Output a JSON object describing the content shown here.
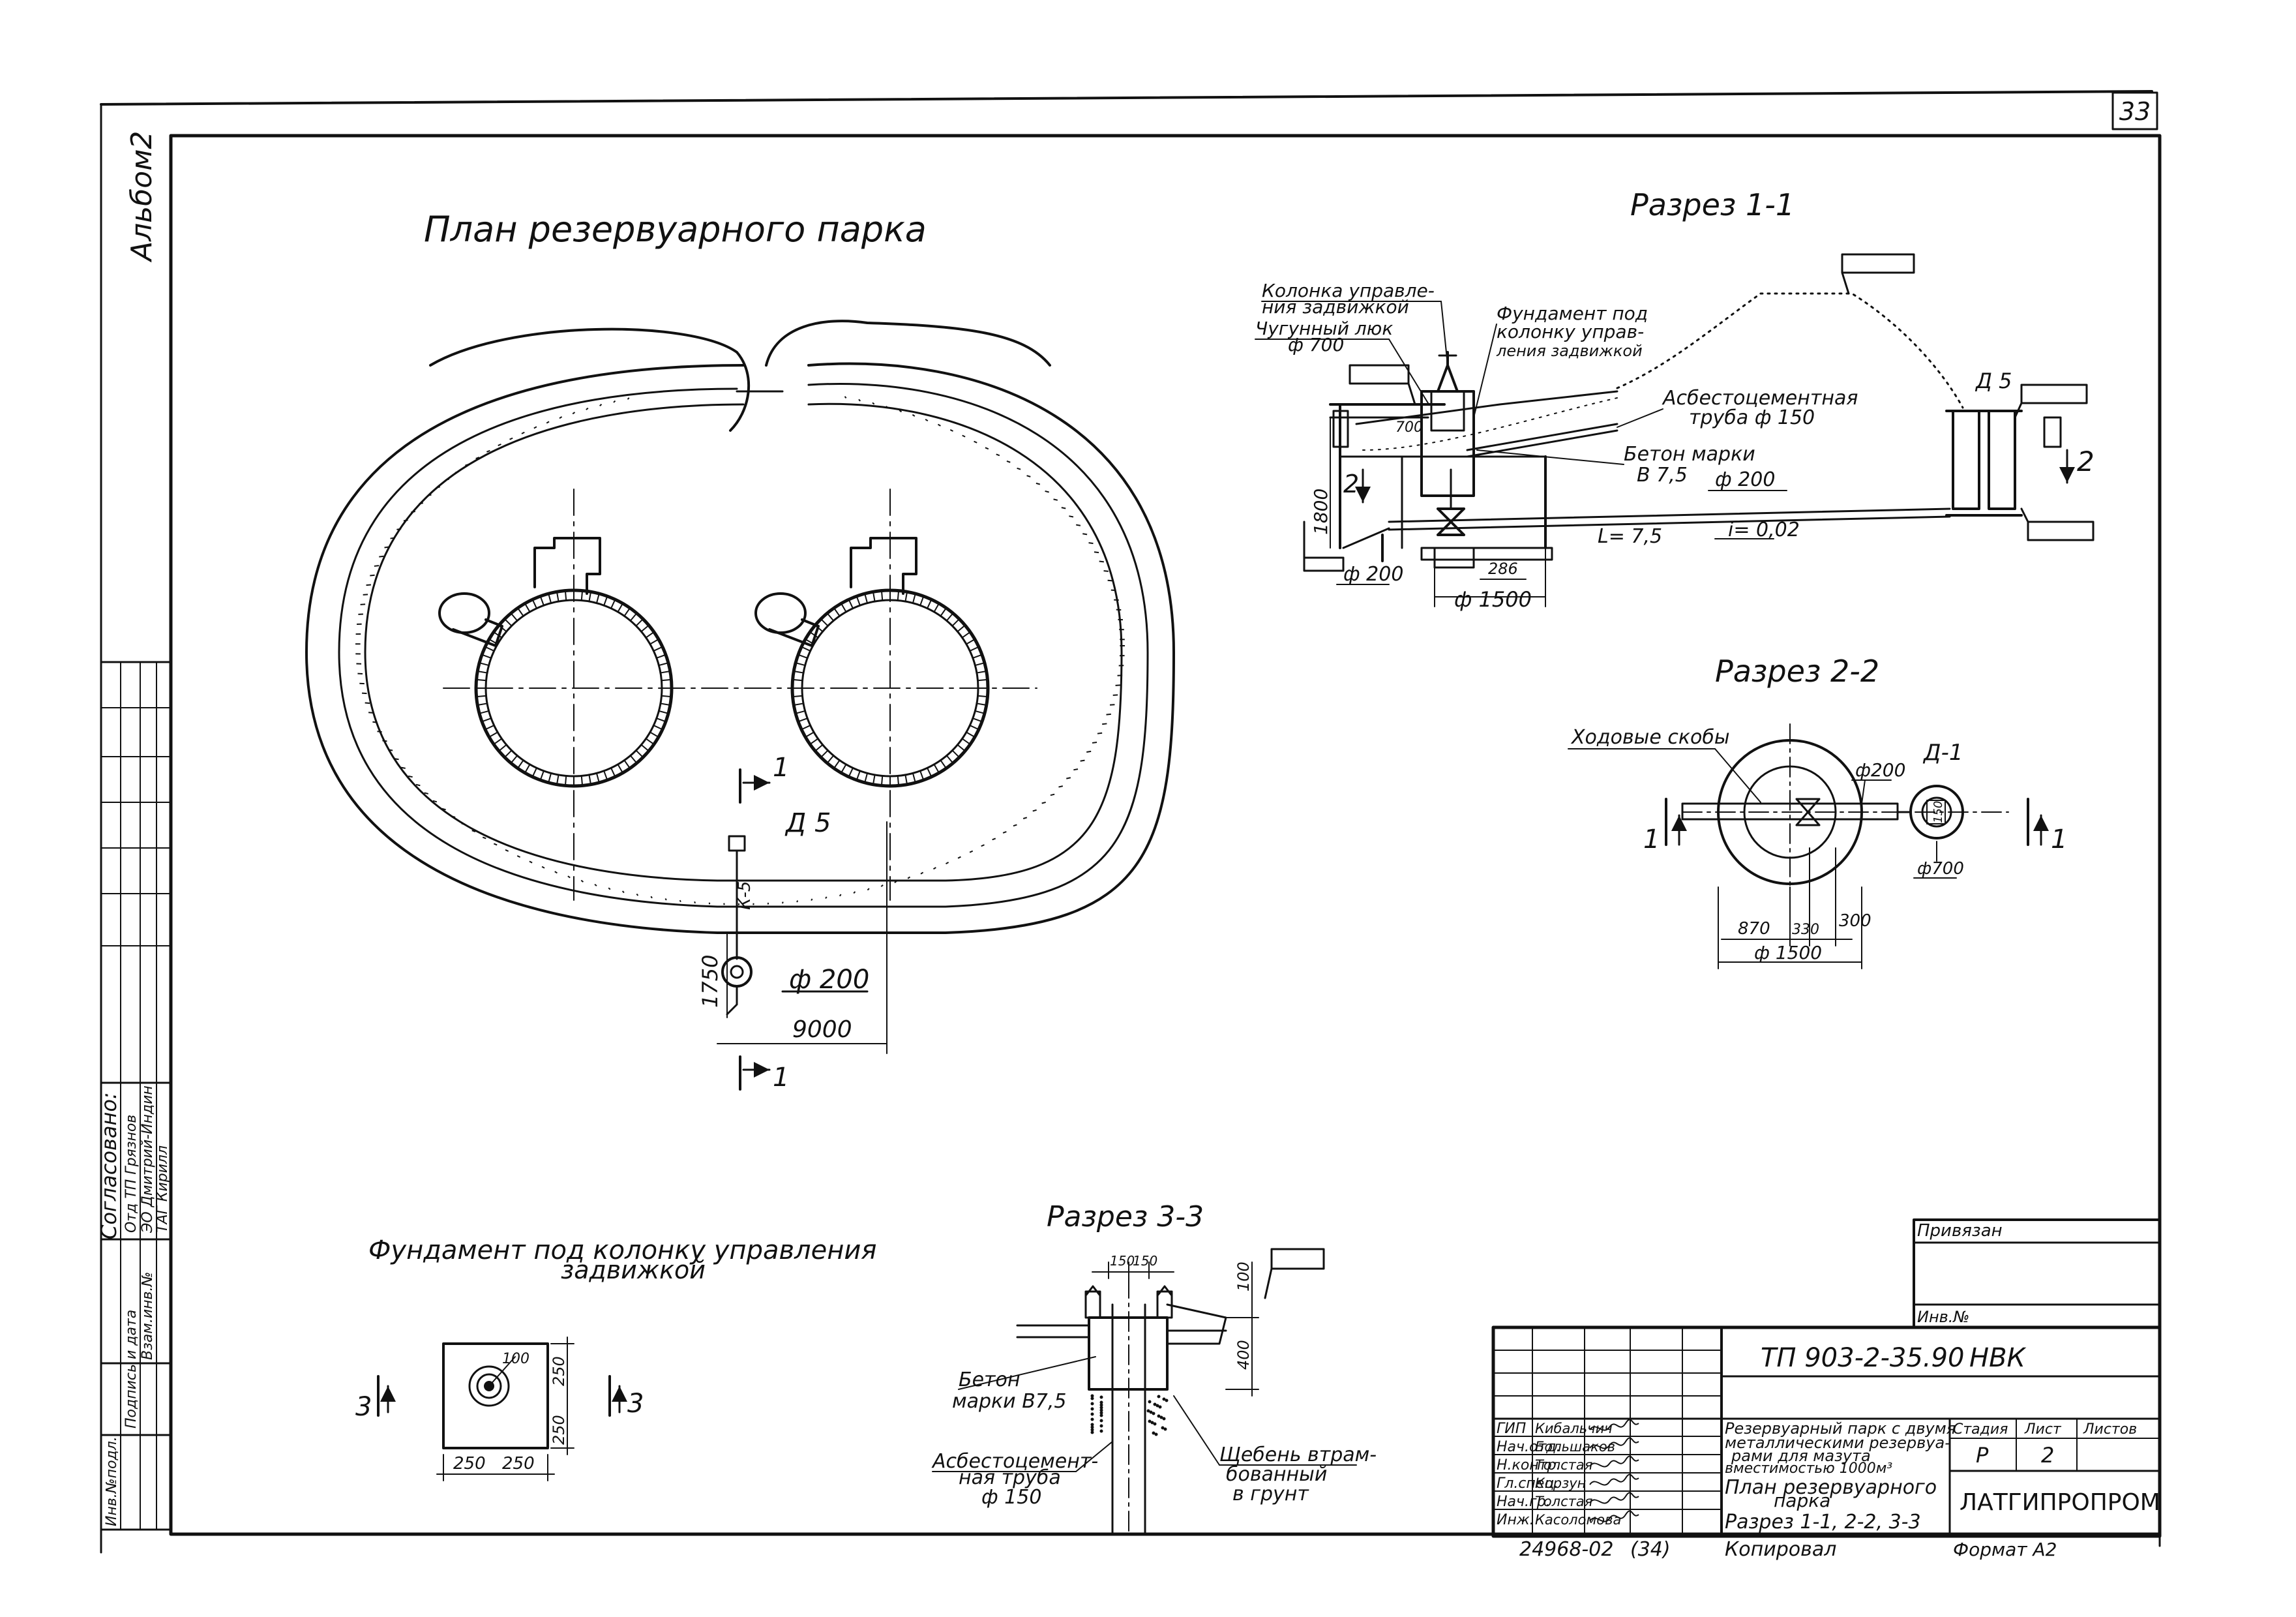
{
  "sheet_number": "33",
  "album_label": "Альбом2",
  "plan": {
    "title": "План резервуарного парка",
    "well_label": "Д 5",
    "section_mark": "1",
    "dim_1750": "1750",
    "dim_9000": "9000",
    "pipe_label": "ф 200",
    "k_label": "К-5"
  },
  "section11": {
    "title": "Разрез 1-1",
    "lbl_column": "Колонка управле-",
    "lbl_column2": "ния задвижкой",
    "lbl_hatch": "Чугунный люк",
    "lbl_hatch_d": "ф 700",
    "lbl_found": "Фундамент под",
    "lbl_found2": "колонку управ-",
    "lbl_found3": "ления задвижкой",
    "lbl_asb": "Асбестоцементная",
    "lbl_asb2": "труба ф 150",
    "lbl_beton": "Бетон марки",
    "lbl_beton2": "В 7,5",
    "lbl_d200a": "ф 200",
    "lbl_d200b": "ф 200",
    "lbl_slope": "i= 0,02",
    "lbl_l": "L= 7,5",
    "lbl_1800": "1800",
    "lbl_700": "700",
    "lbl_286": "286",
    "lbl_1500": "ф 1500",
    "lbl_d5": "Д 5",
    "lbl_2a": "2",
    "lbl_2b": "2"
  },
  "section22": {
    "title": "Разрез 2-2",
    "lbl_steps": "Ходовые скобы",
    "lbl_d200": "ф200",
    "lbl_d1": "Д-1",
    "lbl_150": "150",
    "lbl_700": "ф700",
    "lbl_870": "870",
    "lbl_330": "330",
    "lbl_300": "300",
    "lbl_1500": "ф 1500",
    "lbl_1a": "1",
    "lbl_1b": "1"
  },
  "foundation": {
    "title": "Фундамент под колонку управления",
    "title2": "задвижкой",
    "dim_250a": "250",
    "dim_250b": "250",
    "dim_250c": "250",
    "dim_250d": "250",
    "dim_100": "100",
    "mark_3a": "3",
    "mark_3b": "3"
  },
  "section33": {
    "title": "Разрез 3-3",
    "dim_150": "150",
    "dim_150b": "150",
    "dim_100": "100",
    "dim_400": "400",
    "lbl_beton": "Бетон",
    "lbl_beton2": "марки В7,5",
    "lbl_asb": "Асбестоцемент-",
    "lbl_asb2": "ная труба",
    "lbl_asb3": "ф 150",
    "lbl_gravel": "Щебень втрам-",
    "lbl_gravel2": "бованный",
    "lbl_gravel3": "в грунт"
  },
  "left_stamp": {
    "agreed": "Согласовано:",
    "rows": [
      "Отд  ТП   Грязнов",
      "ЭО    Дмитрий-Индин",
      "ТАГ   Кирилл"
    ],
    "bottom_cols": [
      "Инв.№подл.",
      "Подпись и дата",
      "Взам.инв.№"
    ]
  },
  "title_block": {
    "privyazan": "Привязан",
    "inv": "Инв.№",
    "code": "ТП 903-2-35.90",
    "section": "НВК",
    "desc1": "Резервуарный парк с двумя",
    "desc2": "металлическими резервуа-",
    "desc3": "рами для мазута",
    "desc4": "вместимостью 1000м³",
    "sheet_title1": "План резервуарного",
    "sheet_title2": "парка",
    "sheet_title3": "Разрез 1-1, 2-2, 3-3",
    "stage_h": "Стадия",
    "sheet_h": "Лист",
    "sheets_h": "Листов",
    "stage": "Р",
    "sheet": "2",
    "org": "ЛАТГИПРОПРОМ",
    "roles": [
      "ГИП",
      "Нач.отд.",
      "Н.контр.",
      "Гл.спец.",
      "Нач.гр.",
      "Инж."
    ],
    "names": [
      "Кибальчич",
      "Большаков",
      "Толстая",
      "Корзун",
      "Толстая",
      "Касоломова"
    ],
    "bottom_code": "24968-02",
    "bottom_num": "(34)",
    "copied": "Копировал",
    "format": "Формат А2"
  }
}
